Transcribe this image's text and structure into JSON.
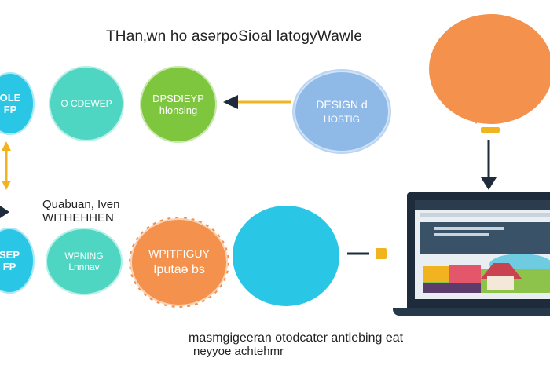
{
  "title": "THan‚wn ho asərpoSioal latogyWawle",
  "nodes": {
    "c1": {
      "line1": "OLE",
      "line2": "FP"
    },
    "c2": {
      "line1": "O CDEWEP",
      "line2": ""
    },
    "c3": {
      "line1": "DPSDIEYP",
      "line2": "hlonsing"
    },
    "c4": {
      "line1": "DESIGN d",
      "line2": "HOSTIG"
    },
    "c5": {
      "line1": "SEP",
      "line2": "FP"
    },
    "c6": {
      "line1": "WPNING",
      "line2": "Lnnnav"
    },
    "c7": {
      "line1": "WPITFIGUY",
      "line2": "Iputaə bs"
    }
  },
  "middle_caption": {
    "line1": "Quabuan, Iven",
    "line2": "WITHEHHEN"
  },
  "bottom_caption": {
    "line1": "masmgigeeran otodcater antlebing eat",
    "line2": "neyyoe achtehmr"
  },
  "colors": {
    "cyan": "#29c6e6",
    "teal": "#4fd6c2",
    "green": "#7fc63f",
    "blue": "#8fb9e6",
    "orange": "#f3914d",
    "arrow_yellow": "#f2b320",
    "dark": "#1d2b3a"
  }
}
